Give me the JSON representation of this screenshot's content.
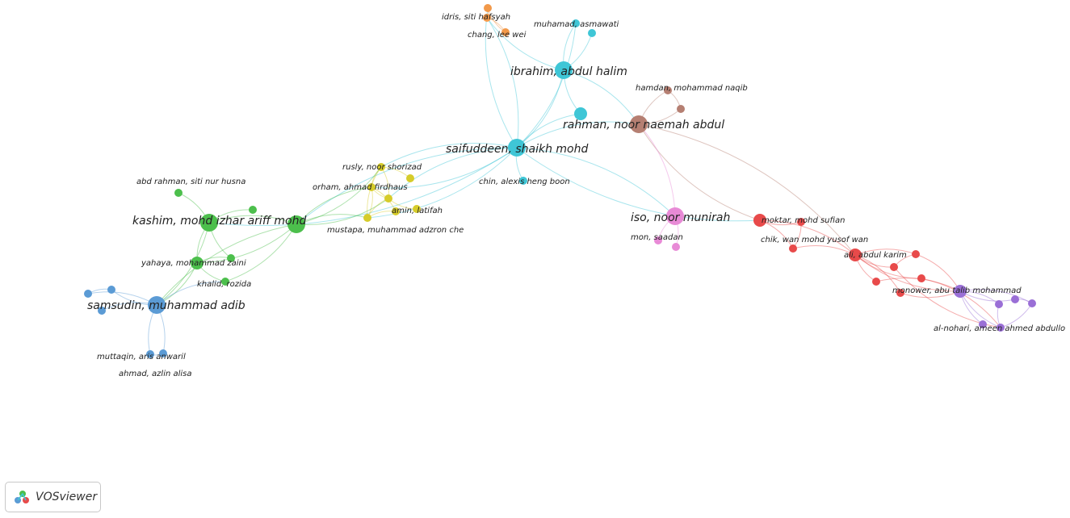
{
  "branding": {
    "name": "VOSviewer",
    "icon": "vosviewer-logo-icon"
  },
  "clusters": {
    "red": "#e84a4a",
    "green": "#4cbf4c",
    "blue": "#5b9bd5",
    "yellow": "#d6cc2a",
    "purple": "#9a6fd6",
    "cyan": "#3fc6d6",
    "orange": "#f2994a",
    "brown": "#b57f72",
    "pink": "#e88ad6"
  },
  "nodes": [
    {
      "id": "saifuddeen",
      "label": "saifuddeen, shaikh mohd",
      "cluster": "cyan",
      "weight": "major"
    },
    {
      "id": "ibrahim",
      "label": "ibrahim, abdul halim",
      "cluster": "cyan",
      "weight": "major"
    },
    {
      "id": "muhamad",
      "label": "muhamad, asmawati",
      "cluster": "cyan",
      "weight": "minor"
    },
    {
      "id": "cyan1",
      "label": "",
      "cluster": "cyan",
      "weight": "minor"
    },
    {
      "id": "cyan2",
      "label": "",
      "cluster": "cyan",
      "weight": "medium"
    },
    {
      "id": "chin",
      "label": "chin, alexis heng boon",
      "cluster": "cyan",
      "weight": "minor"
    },
    {
      "id": "rahman",
      "label": "rahman, noor naemah abdul",
      "cluster": "brown",
      "weight": "major"
    },
    {
      "id": "hamdan",
      "label": "hamdan, mohammad naqib",
      "cluster": "brown",
      "weight": "minor"
    },
    {
      "id": "brown2",
      "label": "",
      "cluster": "brown",
      "weight": "minor"
    },
    {
      "id": "idris",
      "label": "idris, siti hafsyah",
      "cluster": "orange",
      "weight": "minor"
    },
    {
      "id": "chang",
      "label": "chang, lee wei",
      "cluster": "orange",
      "weight": "minor"
    },
    {
      "id": "orange3",
      "label": "",
      "cluster": "orange",
      "weight": "minor"
    },
    {
      "id": "rusly",
      "label": "rusly, noor shorizad",
      "cluster": "yellow",
      "weight": "minor"
    },
    {
      "id": "orham",
      "label": "orham, ahmad firdhaus",
      "cluster": "yellow",
      "weight": "minor"
    },
    {
      "id": "amin",
      "label": "amin, latifah",
      "cluster": "yellow",
      "weight": "minor"
    },
    {
      "id": "mustapa",
      "label": "mustapa, muhammad adzron che",
      "cluster": "yellow",
      "weight": "minor"
    },
    {
      "id": "yellow5",
      "label": "",
      "cluster": "yellow",
      "weight": "minor"
    },
    {
      "id": "yellow6",
      "label": "",
      "cluster": "yellow",
      "weight": "minor"
    },
    {
      "id": "yellow7",
      "label": "",
      "cluster": "yellow",
      "weight": "minor"
    },
    {
      "id": "greenhub",
      "label": "",
      "cluster": "green",
      "weight": "major"
    },
    {
      "id": "kashim",
      "label": "kashim, mohd izhar ariff mohd",
      "cluster": "green",
      "weight": "major"
    },
    {
      "id": "abdrahman",
      "label": "abd rahman, siti nur husna",
      "cluster": "green",
      "weight": "minor"
    },
    {
      "id": "green3",
      "label": "",
      "cluster": "green",
      "weight": "minor"
    },
    {
      "id": "yahaya",
      "label": "yahaya, mohammad zaini",
      "cluster": "green",
      "weight": "medium"
    },
    {
      "id": "green5",
      "label": "",
      "cluster": "green",
      "weight": "minor"
    },
    {
      "id": "khalid",
      "label": "khalid, rozida",
      "cluster": "green",
      "weight": "minor"
    },
    {
      "id": "samsudin",
      "label": "samsudin, muhammad adib",
      "cluster": "blue",
      "weight": "major"
    },
    {
      "id": "blue1",
      "label": "",
      "cluster": "blue",
      "weight": "minor"
    },
    {
      "id": "blue2",
      "label": "",
      "cluster": "blue",
      "weight": "minor"
    },
    {
      "id": "blue3",
      "label": "",
      "cluster": "blue",
      "weight": "minor"
    },
    {
      "id": "muttaqin",
      "label": "muttaqin, aris anwaril",
      "cluster": "blue",
      "weight": "minor"
    },
    {
      "id": "ahmad",
      "label": "ahmad, azlin alisa",
      "cluster": "blue",
      "weight": "minor"
    },
    {
      "id": "iso",
      "label": "iso, noor munirah",
      "cluster": "pink",
      "weight": "major"
    },
    {
      "id": "mon",
      "label": "mon, saadan",
      "cluster": "pink",
      "weight": "minor"
    },
    {
      "id": "pink3",
      "label": "",
      "cluster": "pink",
      "weight": "minor"
    },
    {
      "id": "moktar",
      "label": "moktar, mohd sufian",
      "cluster": "red",
      "weight": "medium"
    },
    {
      "id": "chik",
      "label": "chik, wan mohd yusof wan",
      "cluster": "red",
      "weight": "minor"
    },
    {
      "id": "red3",
      "label": "",
      "cluster": "red",
      "weight": "minor"
    },
    {
      "id": "ali",
      "label": "ali, abdul karim",
      "cluster": "red",
      "weight": "medium"
    },
    {
      "id": "red5",
      "label": "",
      "cluster": "red",
      "weight": "minor"
    },
    {
      "id": "red6",
      "label": "",
      "cluster": "red",
      "weight": "minor"
    },
    {
      "id": "red7",
      "label": "",
      "cluster": "red",
      "weight": "minor"
    },
    {
      "id": "red8",
      "label": "",
      "cluster": "red",
      "weight": "minor"
    },
    {
      "id": "red9",
      "label": "",
      "cluster": "red",
      "weight": "minor"
    },
    {
      "id": "monower",
      "label": "monower, abu talib mohammad",
      "cluster": "purple",
      "weight": "medium"
    },
    {
      "id": "alnohari",
      "label": "al-nohari, ameen ahmed abdullo",
      "cluster": "purple",
      "weight": "minor"
    },
    {
      "id": "purple3",
      "label": "",
      "cluster": "purple",
      "weight": "minor"
    },
    {
      "id": "purple4",
      "label": "",
      "cluster": "purple",
      "weight": "minor"
    },
    {
      "id": "purple5",
      "label": "",
      "cluster": "purple",
      "weight": "minor"
    },
    {
      "id": "purple6",
      "label": "",
      "cluster": "purple",
      "weight": "minor"
    }
  ],
  "links": [
    [
      "saifuddeen",
      "ibrahim"
    ],
    [
      "saifuddeen",
      "cyan2"
    ],
    [
      "saifuddeen",
      "chin"
    ],
    [
      "saifuddeen",
      "rahman"
    ],
    [
      "saifuddeen",
      "chang"
    ],
    [
      "saifuddeen",
      "idris"
    ],
    [
      "saifuddeen",
      "muhamad"
    ],
    [
      "saifuddeen",
      "iso"
    ],
    [
      "saifuddeen",
      "greenhub"
    ],
    [
      "saifuddeen",
      "kashim"
    ],
    [
      "saifuddeen",
      "rusly"
    ],
    [
      "saifuddeen",
      "orham"
    ],
    [
      "saifuddeen",
      "amin"
    ],
    [
      "saifuddeen",
      "mustapa"
    ],
    [
      "saifuddeen",
      "moktar"
    ],
    [
      "ibrahim",
      "muhamad"
    ],
    [
      "ibrahim",
      "cyan1"
    ],
    [
      "ibrahim",
      "chang"
    ],
    [
      "ibrahim",
      "cyan2"
    ],
    [
      "ibrahim",
      "rahman"
    ],
    [
      "chang",
      "idris"
    ],
    [
      "chang",
      "orange3"
    ],
    [
      "idris",
      "orange3"
    ],
    [
      "rahman",
      "hamdan"
    ],
    [
      "rahman",
      "brown2"
    ],
    [
      "hamdan",
      "brown2"
    ],
    [
      "rahman",
      "moktar"
    ],
    [
      "rahman",
      "ali"
    ],
    [
      "rusly",
      "orham"
    ],
    [
      "rusly",
      "amin"
    ],
    [
      "rusly",
      "mustapa"
    ],
    [
      "rusly",
      "yellow5"
    ],
    [
      "orham",
      "amin"
    ],
    [
      "orham",
      "mustapa"
    ],
    [
      "amin",
      "mustapa"
    ],
    [
      "orham",
      "yellow6"
    ],
    [
      "amin",
      "yellow7"
    ],
    [
      "mustapa",
      "yellow6"
    ],
    [
      "greenhub",
      "rusly"
    ],
    [
      "greenhub",
      "orham"
    ],
    [
      "greenhub",
      "amin"
    ],
    [
      "greenhub",
      "mustapa"
    ],
    [
      "greenhub",
      "kashim"
    ],
    [
      "greenhub",
      "yahaya"
    ],
    [
      "greenhub",
      "samsudin"
    ],
    [
      "greenhub",
      "khalid"
    ],
    [
      "kashim",
      "abdrahman"
    ],
    [
      "kashim",
      "green3"
    ],
    [
      "kashim",
      "yahaya"
    ],
    [
      "kashim",
      "samsudin"
    ],
    [
      "kashim",
      "green5"
    ],
    [
      "yahaya",
      "green5"
    ],
    [
      "yahaya",
      "khalid"
    ],
    [
      "yahaya",
      "samsudin"
    ],
    [
      "samsudin",
      "blue1"
    ],
    [
      "samsudin",
      "blue2"
    ],
    [
      "samsudin",
      "blue3"
    ],
    [
      "blue1",
      "blue2"
    ],
    [
      "samsudin",
      "muttaqin"
    ],
    [
      "samsudin",
      "ahmad"
    ],
    [
      "muttaqin",
      "ahmad"
    ],
    [
      "samsudin",
      "khalid"
    ],
    [
      "iso",
      "mon"
    ],
    [
      "iso",
      "pink3"
    ],
    [
      "iso",
      "rahman"
    ],
    [
      "moktar",
      "chik"
    ],
    [
      "moktar",
      "red3"
    ],
    [
      "moktar",
      "ali"
    ],
    [
      "chik",
      "red3"
    ],
    [
      "chik",
      "ali"
    ],
    [
      "ali",
      "red5"
    ],
    [
      "ali",
      "red6"
    ],
    [
      "ali",
      "red7"
    ],
    [
      "ali",
      "red8"
    ],
    [
      "ali",
      "red9"
    ],
    [
      "red5",
      "red6"
    ],
    [
      "ali",
      "monower"
    ],
    [
      "red6",
      "monower"
    ],
    [
      "red8",
      "monower"
    ],
    [
      "red9",
      "monower"
    ],
    [
      "monower",
      "alnohari"
    ],
    [
      "monower",
      "purple3"
    ],
    [
      "monower",
      "purple4"
    ],
    [
      "monower",
      "purple5"
    ],
    [
      "monower",
      "purple6"
    ],
    [
      "alnohari",
      "purple3"
    ],
    [
      "alnohari",
      "purple5"
    ],
    [
      "purple4",
      "purple5"
    ],
    [
      "red5",
      "alnohari"
    ],
    [
      "red7",
      "alnohari"
    ]
  ]
}
